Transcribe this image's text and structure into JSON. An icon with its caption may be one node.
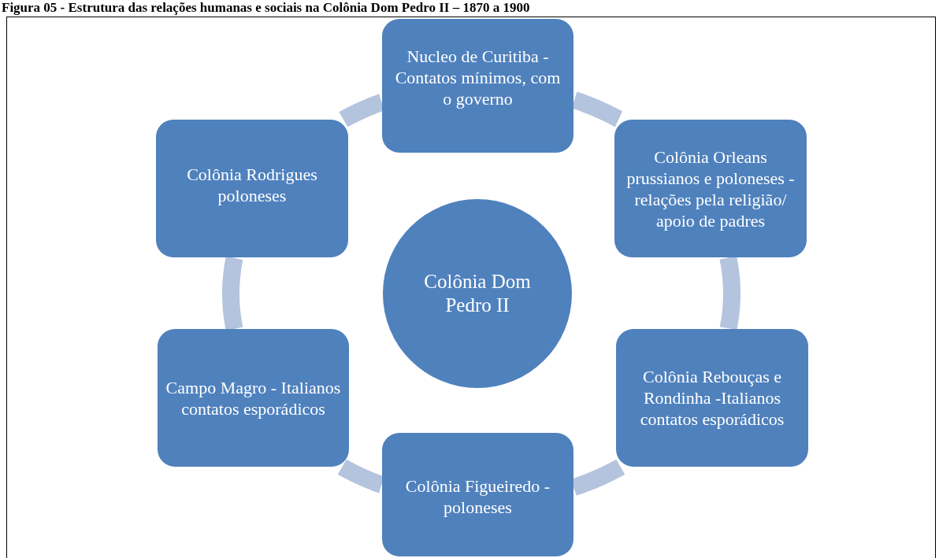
{
  "diagram": {
    "title": "Figura 05 - Estrutura das relações humanas e sociais na Colônia Dom Pedro II – 1870 a 1900",
    "nodes": [
      {
        "text": [
          "Colônia Dom Pedro II"
        ]
      },
      {
        "text": [
          "Nucleo de Curitiba - Contatos mínimos, com o governo"
        ]
      },
      {
        "text": [
          "Colônia Orleans prussianos e poloneses - relações pela religião/ apoio de padres"
        ]
      },
      {
        "text": [
          "Colônia Rebouças e Rondinha -Italianos contatos esporádicos"
        ]
      },
      {
        "text": [
          "Colônia Figueiredo - poloneses"
        ]
      },
      {
        "text": [
          "Campo Magro - Italianos contatos esporádicos"
        ]
      },
      {
        "text": [
          "Colônia Rodrigues poloneses"
        ]
      }
    ],
    "edges": [
      {
        "from": 1,
        "to": 2,
        "arrow": "none"
      },
      {
        "from": 2,
        "to": 3,
        "arrow": "none"
      },
      {
        "from": 3,
        "to": 4,
        "arrow": "none"
      },
      {
        "from": 4,
        "to": 5,
        "arrow": "none"
      },
      {
        "from": 5,
        "to": 6,
        "arrow": "none"
      },
      {
        "from": 6,
        "to": 1,
        "arrow": "none"
      }
    ]
  }
}
